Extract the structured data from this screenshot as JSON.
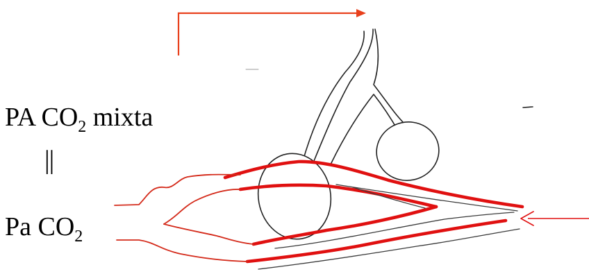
{
  "labels": {
    "alveolar_prefix": "PA CO",
    "alveolar_subscript": "2",
    "alveolar_suffix": " mixta",
    "equality_mark": "||",
    "arterial_prefix": "Pa CO",
    "arterial_subscript": "2"
  },
  "colors": {
    "flow_arrow": "#e8401c",
    "capillary": "#e01010",
    "capillary_thin": "#d42a1a",
    "sketch": "#222222"
  }
}
